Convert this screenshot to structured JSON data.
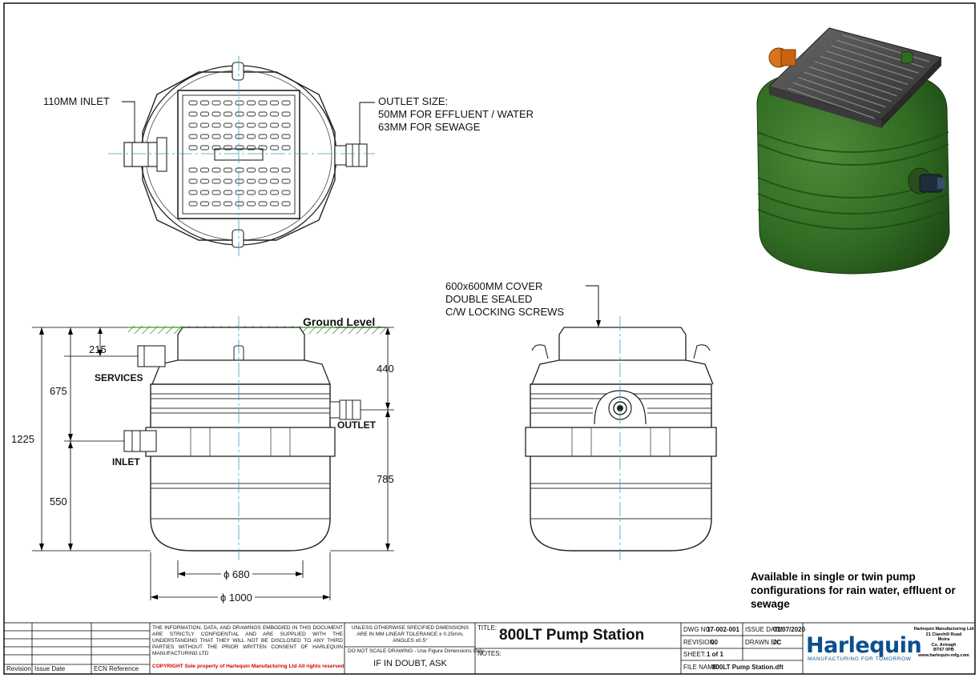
{
  "plan_view": {
    "inlet_label": "110MM INLET",
    "outlet_label": [
      "OUTLET SIZE:",
      "50MM FOR EFFLUENT / WATER",
      "63MM FOR SEWAGE"
    ]
  },
  "side_view": {
    "ground_label": "Ground Level",
    "services_label": "SERVICES",
    "outlet_label": "OUTLET",
    "inlet_label": "INLET",
    "dims": {
      "d215": "215",
      "d675": "675",
      "d1225": "1225",
      "d550": "550",
      "d440": "440",
      "d785": "785",
      "d680": "ϕ  680",
      "d1000": "ϕ  1000"
    }
  },
  "front_view": {
    "cover_label": [
      "600x600MM COVER",
      "DOUBLE SEALED",
      "C/W LOCKING SCREWS"
    ]
  },
  "note": "Available in single or twin pump configurations for rain water, effluent or sewage",
  "colors": {
    "tank_green": "#2f6b22",
    "lid_grey": "#4a4a4a",
    "ground_hatch": "#3a9a2a",
    "centerline": "#3aa0c0",
    "logo_blue": "#0b4f8f"
  },
  "title_block": {
    "rev_header": "Revision",
    "issue_date_header": "Issue Date",
    "ecn_header": "ECN Reference",
    "confidential": "THE INFORMATION, DATA, AND DRAWINGS EMBODIED IN THIS DOCUMENT ARE STRICTLY CONFIDENTIAL AND ARE SUPPLIED WITH THE UNDERSTANDING THAT THEY WILL NOT BE DISCLOSED TO ANY THIRD PARTIES WITHOUT THE PRIOR WRITTEN CONSENT OF HARLEQUIN MANUFACTURING LTD",
    "copyright": "COPYRIGHT  Sole property of Harlequin Manufacturing Ltd  All rights reserved",
    "tolerance": "UNLESS OTHERWISE SPECIFIED DIMENSIONS ARE IN MM LINEAR TOLERANCE ± 0.25mm, ANGLES ±0.5°",
    "no_scale": "DO NOT SCALE DRAWING - Use Figure Dimensions Only",
    "if_doubt": "IF IN DOUBT, ASK",
    "title_lbl": "TITLE:",
    "title": "800LT Pump Station",
    "notes_lbl": "NOTES:",
    "dwg_no_lbl": "DWG NO:",
    "dwg_no": "17-002-001",
    "revision_lbl": "REVISION:",
    "revision": "00",
    "sheet_lbl": "SHEET:",
    "sheet": "1 of 1",
    "filename_lbl": "FILE NAME:",
    "filename": "800LT Pump Station.dft",
    "issue_date_lbl": "ISSUE DATE:",
    "issue_date": "01/07/2020",
    "drawn_by_lbl": "DRAWN BY:",
    "drawn_by": "JC",
    "logo": "Harlequin",
    "logo_sub": "MANUFACTURING FOR TOMORROW",
    "address": [
      "Harlequin Manufacturing Ltd",
      "21 Clarehill Road",
      "Moira",
      "Co. Armagh",
      "BT67 0PB",
      "www.harlequin-mfg.com"
    ]
  }
}
